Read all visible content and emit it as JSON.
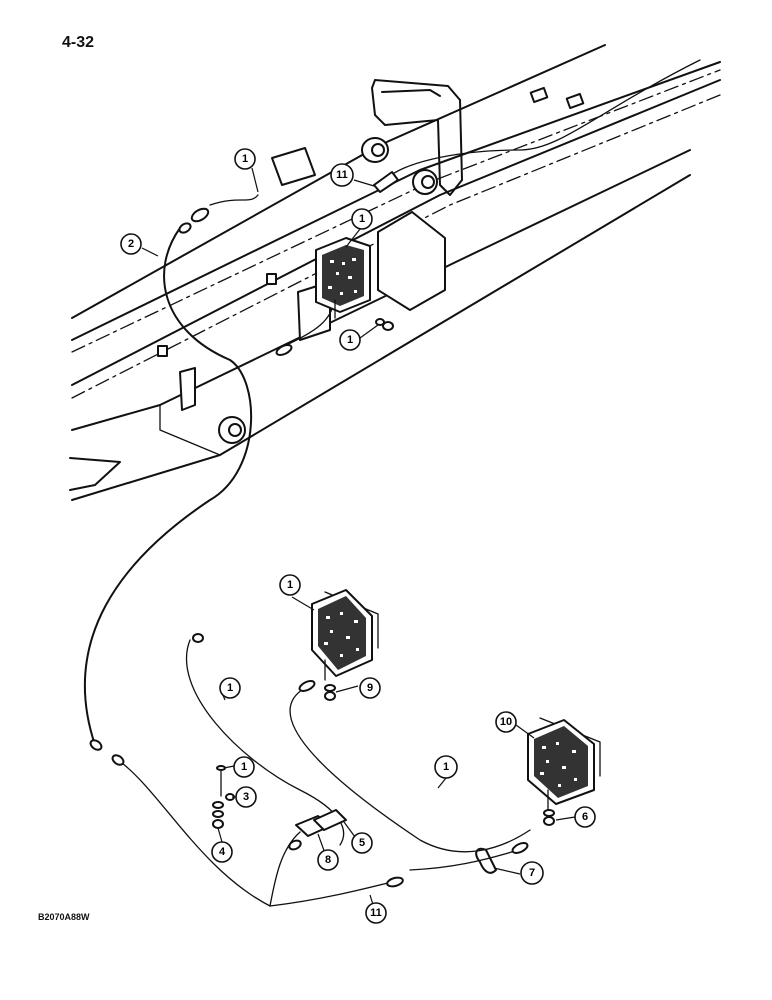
{
  "page": {
    "number": "4-32",
    "drawing_code": "B2070A88W"
  },
  "callouts": [
    {
      "id": "c1a",
      "label": "1"
    },
    {
      "id": "c11a",
      "label": "11"
    },
    {
      "id": "c2",
      "label": "2"
    },
    {
      "id": "c1b",
      "label": "1"
    },
    {
      "id": "c1c",
      "label": "1"
    },
    {
      "id": "c1d",
      "label": "1"
    },
    {
      "id": "c1e",
      "label": "1"
    },
    {
      "id": "c9",
      "label": "9"
    },
    {
      "id": "c1f",
      "label": "1"
    },
    {
      "id": "c10",
      "label": "10"
    },
    {
      "id": "c1g",
      "label": "1"
    },
    {
      "id": "c3",
      "label": "3"
    },
    {
      "id": "c4",
      "label": "4"
    },
    {
      "id": "c5",
      "label": "5"
    },
    {
      "id": "c8",
      "label": "8"
    },
    {
      "id": "c7",
      "label": "7"
    },
    {
      "id": "c11b",
      "label": "11"
    },
    {
      "id": "c6",
      "label": "6"
    }
  ]
}
